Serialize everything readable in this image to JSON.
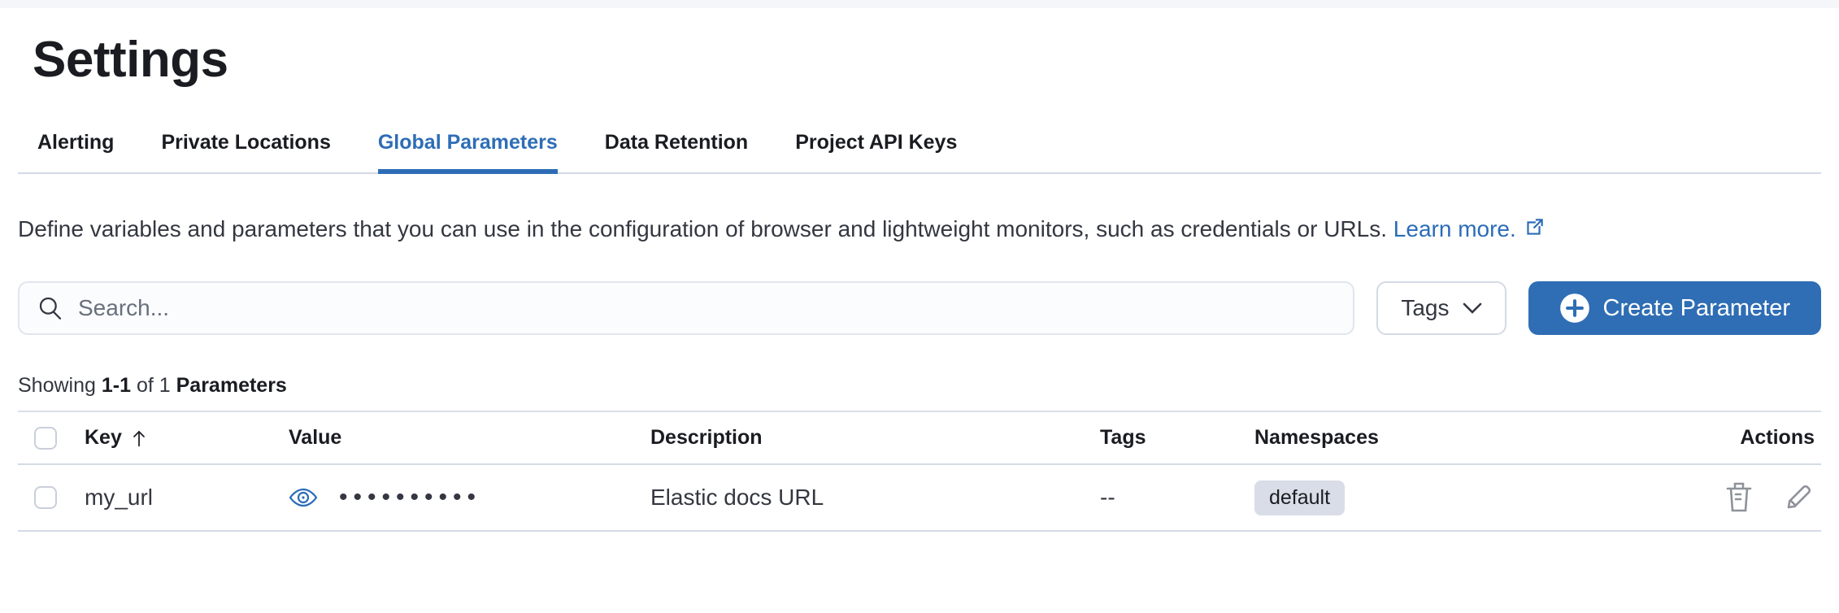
{
  "page": {
    "title": "Settings"
  },
  "tabs": [
    {
      "label": "Alerting",
      "active": false
    },
    {
      "label": "Private Locations",
      "active": false
    },
    {
      "label": "Global Parameters",
      "active": true
    },
    {
      "label": "Data Retention",
      "active": false
    },
    {
      "label": "Project API Keys",
      "active": false
    }
  ],
  "description": {
    "text": "Define variables and parameters that you can use in the configuration of browser and lightweight monitors, such as credentials or URLs.",
    "link_label": "Learn more."
  },
  "toolbar": {
    "search_placeholder": "Search...",
    "search_value": "",
    "tags_filter_label": "Tags",
    "create_button_label": "Create Parameter"
  },
  "summary": {
    "prefix": "Showing",
    "range": "1-1",
    "of_label": "of",
    "total": "1",
    "entity": "Parameters"
  },
  "table": {
    "columns": [
      "Key",
      "Value",
      "Description",
      "Tags",
      "Namespaces",
      "Actions"
    ],
    "sort": {
      "column": "Key",
      "direction": "ascending"
    },
    "rows": [
      {
        "key": "my_url",
        "value_masked": "••••••••••",
        "description": "Elastic docs URL",
        "tags": "--",
        "namespaces": [
          "default"
        ]
      }
    ]
  },
  "icons": {
    "search": "magnifier",
    "tags_dropdown": "chevron-down",
    "create": "plus-in-circle",
    "learn_more": "external-link",
    "reveal_value": "eye",
    "sort_key": "arrow-up",
    "delete": "trash",
    "edit": "pencil"
  },
  "colors": {
    "accent_blue": "#2e6db6",
    "button_blue": "#2f6eb4",
    "link_blue": "#2b6cb8",
    "text_primary": "#1a1c21",
    "text_body": "#343741",
    "divider": "#d3dae6",
    "badge_bg": "#d9dde7",
    "icon_gray": "#8e9299",
    "search_bg": "#fbfcfd"
  }
}
